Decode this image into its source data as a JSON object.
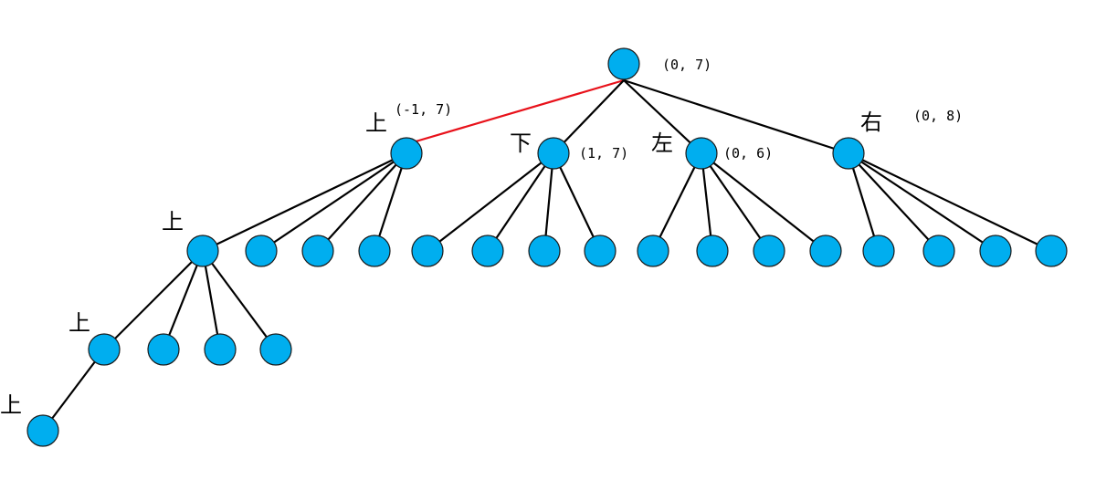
{
  "diagram": {
    "title": "",
    "colors": {
      "node": "#00aeef",
      "edge": "#000000",
      "highlight_edge": "#e8111a"
    },
    "root": {
      "coord": "(0, 7)"
    },
    "level1": [
      {
        "dir": "上",
        "coord": "(-1, 7)",
        "highlighted": true
      },
      {
        "dir": "下",
        "coord": "(1, 7)"
      },
      {
        "dir": "左",
        "coord": "(0, 6)"
      },
      {
        "dir": "右",
        "coord": "(0, 8)"
      }
    ],
    "level2_first_dir": "上",
    "level3_first_dir": "上",
    "level4_dir": "上"
  }
}
